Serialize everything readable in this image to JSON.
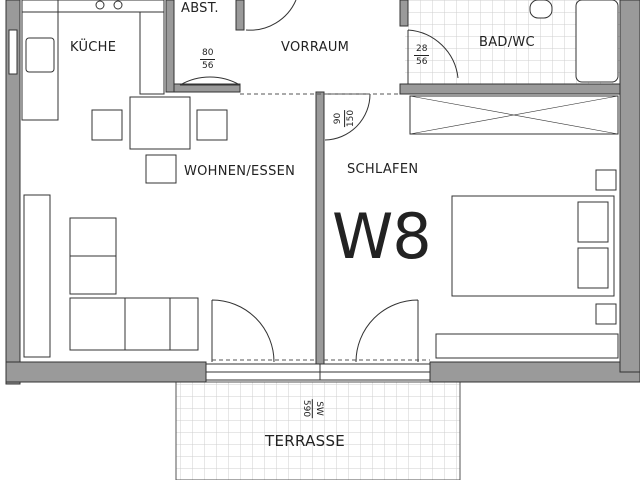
{
  "plan": {
    "unit_label": "W8",
    "rooms": {
      "abst": "ABST.",
      "kueche": "KÜCHE",
      "vorraum": "VORRAUM",
      "bad": "BAD/WC",
      "wohnen": "WOHNEN/ESSEN",
      "schlafen": "SCHLAFEN",
      "terrasse": "TERRASSE"
    },
    "doors": {
      "abst": {
        "width": "80",
        "height": "56"
      },
      "bad": {
        "width": "28",
        "height": "56"
      },
      "schlafen": {
        "width": "90",
        "height": "150"
      },
      "terrasse": {
        "width": "SW",
        "height": "590"
      }
    },
    "colors": {
      "wall": "#9a9a9a",
      "line": "#333333",
      "tile": "#cfcfcf"
    }
  }
}
